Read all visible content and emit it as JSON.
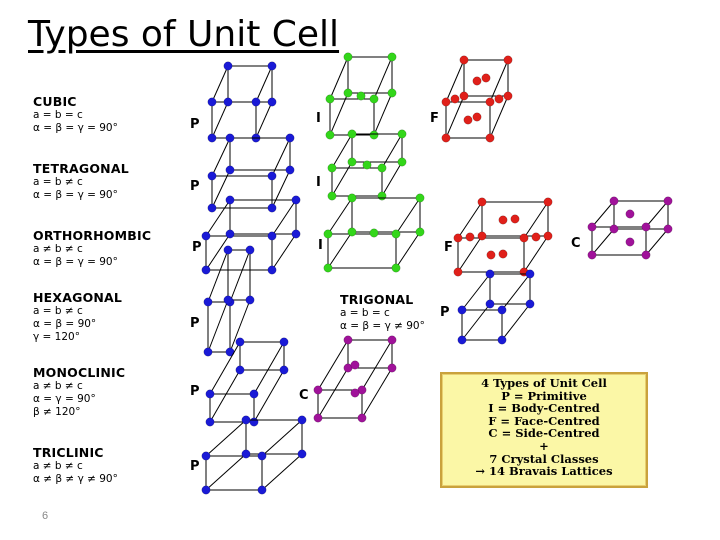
{
  "title": "Types of Unit Cell",
  "page_number": "6",
  "systems": [
    {
      "name": "CUBIC",
      "lines": [
        "a = b = c",
        "α = β = γ = 90°"
      ],
      "lattices": [
        "P",
        "I",
        "F"
      ]
    },
    {
      "name": "TETRAGONAL",
      "lines": [
        "a = b ≠ c",
        "α = β = γ = 90°"
      ],
      "lattices": [
        "P",
        "I"
      ]
    },
    {
      "name": "ORTHORHOMBIC",
      "lines": [
        "a ≠ b ≠ c",
        "α = β = γ = 90°"
      ],
      "lattices": [
        "P",
        "I",
        "F",
        "C"
      ]
    },
    {
      "name": "HEXAGONAL",
      "lines": [
        "a = b ≠ c",
        "α = β = 90°",
        "γ = 120°"
      ],
      "lattices": [
        "P"
      ]
    },
    {
      "name": "MONOCLINIC",
      "lines": [
        "a ≠ b ≠ c",
        "α = γ = 90°",
        "β ≠ 120°"
      ],
      "lattices": [
        "P",
        "C"
      ]
    },
    {
      "name": "TRICLINIC",
      "lines": [
        "a ≠ b ≠ c",
        "α ≠ β ≠ γ ≠ 90°"
      ],
      "lattices": [
        "P"
      ]
    }
  ],
  "trigonal": {
    "name": "TRIGONAL",
    "lines": [
      "a = b = c",
      "α = β = γ ≠ 90°"
    ],
    "lattice": "P"
  },
  "legend": {
    "lines": [
      "4 Types of Unit Cell",
      "P = Primitive",
      "I = Body-Centred",
      "F = Face-Centred",
      "C = Side-Centred",
      "+",
      "7 Crystal Classes",
      "→ 14 Bravais Lattices"
    ]
  },
  "colors": {
    "primitive": "#1a1ad6",
    "body_centred": "#33d61a",
    "face_centred": "#e0201a",
    "side_centred": "#a0129a",
    "line": "#000000",
    "legend_bg": "#fbf7a6",
    "legend_border": "#c9a23d"
  }
}
